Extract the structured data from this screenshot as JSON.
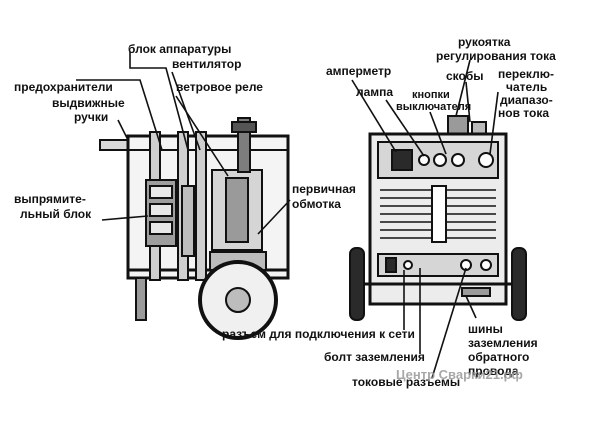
{
  "labels": {
    "blok_apparatury": "блок аппаратуры",
    "ventilyator": "вентилятор",
    "predokhraniteli": "предохранители",
    "vetrovoe_rele": "ветровое реле",
    "vydvizhnye": "выдвижные",
    "ruchki": "ручки",
    "vypryamitel": "выпрямите-",
    "nyy_blok": "льный блок",
    "pervichnaya": "первичная",
    "obmotka": "обмотка",
    "ampermetr": "амперметр",
    "lampa": "лампа",
    "knopki": "кнопки",
    "vyklyuchatelya": "выключателя",
    "skoby": "скобы",
    "rukoyatka": "рукоятка",
    "regulirovaniya": "регулирования тока",
    "pereklyu": "переклю-",
    "chatel": "чатель",
    "diapazo": "диапазо-",
    "nov_toka": "нов тока",
    "razem": "разъем для подключения к сети",
    "bolt": "болт заземления",
    "tokovye": "токовые разъемы",
    "shiny": "шины",
    "zazemleniya": "заземления",
    "obratnogo": "обратного",
    "provoda": "провода"
  },
  "watermark": "Центр Сварки21.рф",
  "colors": {
    "ink": "#111111",
    "panel": "#e6e6e6",
    "shade": "#bdbdbd",
    "dark": "#2a2a2a"
  }
}
